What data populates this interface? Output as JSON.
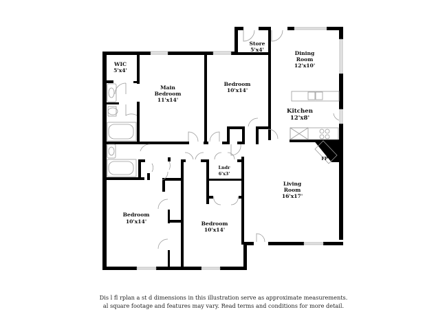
{
  "floorplan": {
    "rooms": [
      {
        "id": "wic",
        "name": "WIC",
        "dims": "5'x4'"
      },
      {
        "id": "main-bedroom",
        "name_line1": "Main",
        "name_line2": "Bedroom",
        "dims": "11'x14'"
      },
      {
        "id": "bedroom-top",
        "name": "Bedroom",
        "dims": "10'x14'"
      },
      {
        "id": "store",
        "name": "Store",
        "dims": "5'x4'"
      },
      {
        "id": "dining-room",
        "name_line1": "Dining",
        "name_line2": "Room",
        "dims": "12'x10'"
      },
      {
        "id": "kitchen",
        "name": "Kitchen",
        "dims": "12'x8'"
      },
      {
        "id": "fireplace",
        "name": "FP"
      },
      {
        "id": "laundry",
        "name": "Lndr",
        "dims": "6'x3'"
      },
      {
        "id": "living-room",
        "name_line1": "Living",
        "name_line2": "Room",
        "dims": "16'x17'"
      },
      {
        "id": "bedroom-bottom-left",
        "name": "Bedroom",
        "dims": "10'x14'"
      },
      {
        "id": "bedroom-bottom-middle",
        "name": "Bedroom",
        "dims": "10'x14'"
      }
    ]
  },
  "disclaimer": {
    "line1": "Dis      l   fl    rplan a   st   d dimensions in this illustration serve as approximate measurements.",
    "line2": "  al square footage and features may vary. Read terms and conditions for more detail."
  }
}
